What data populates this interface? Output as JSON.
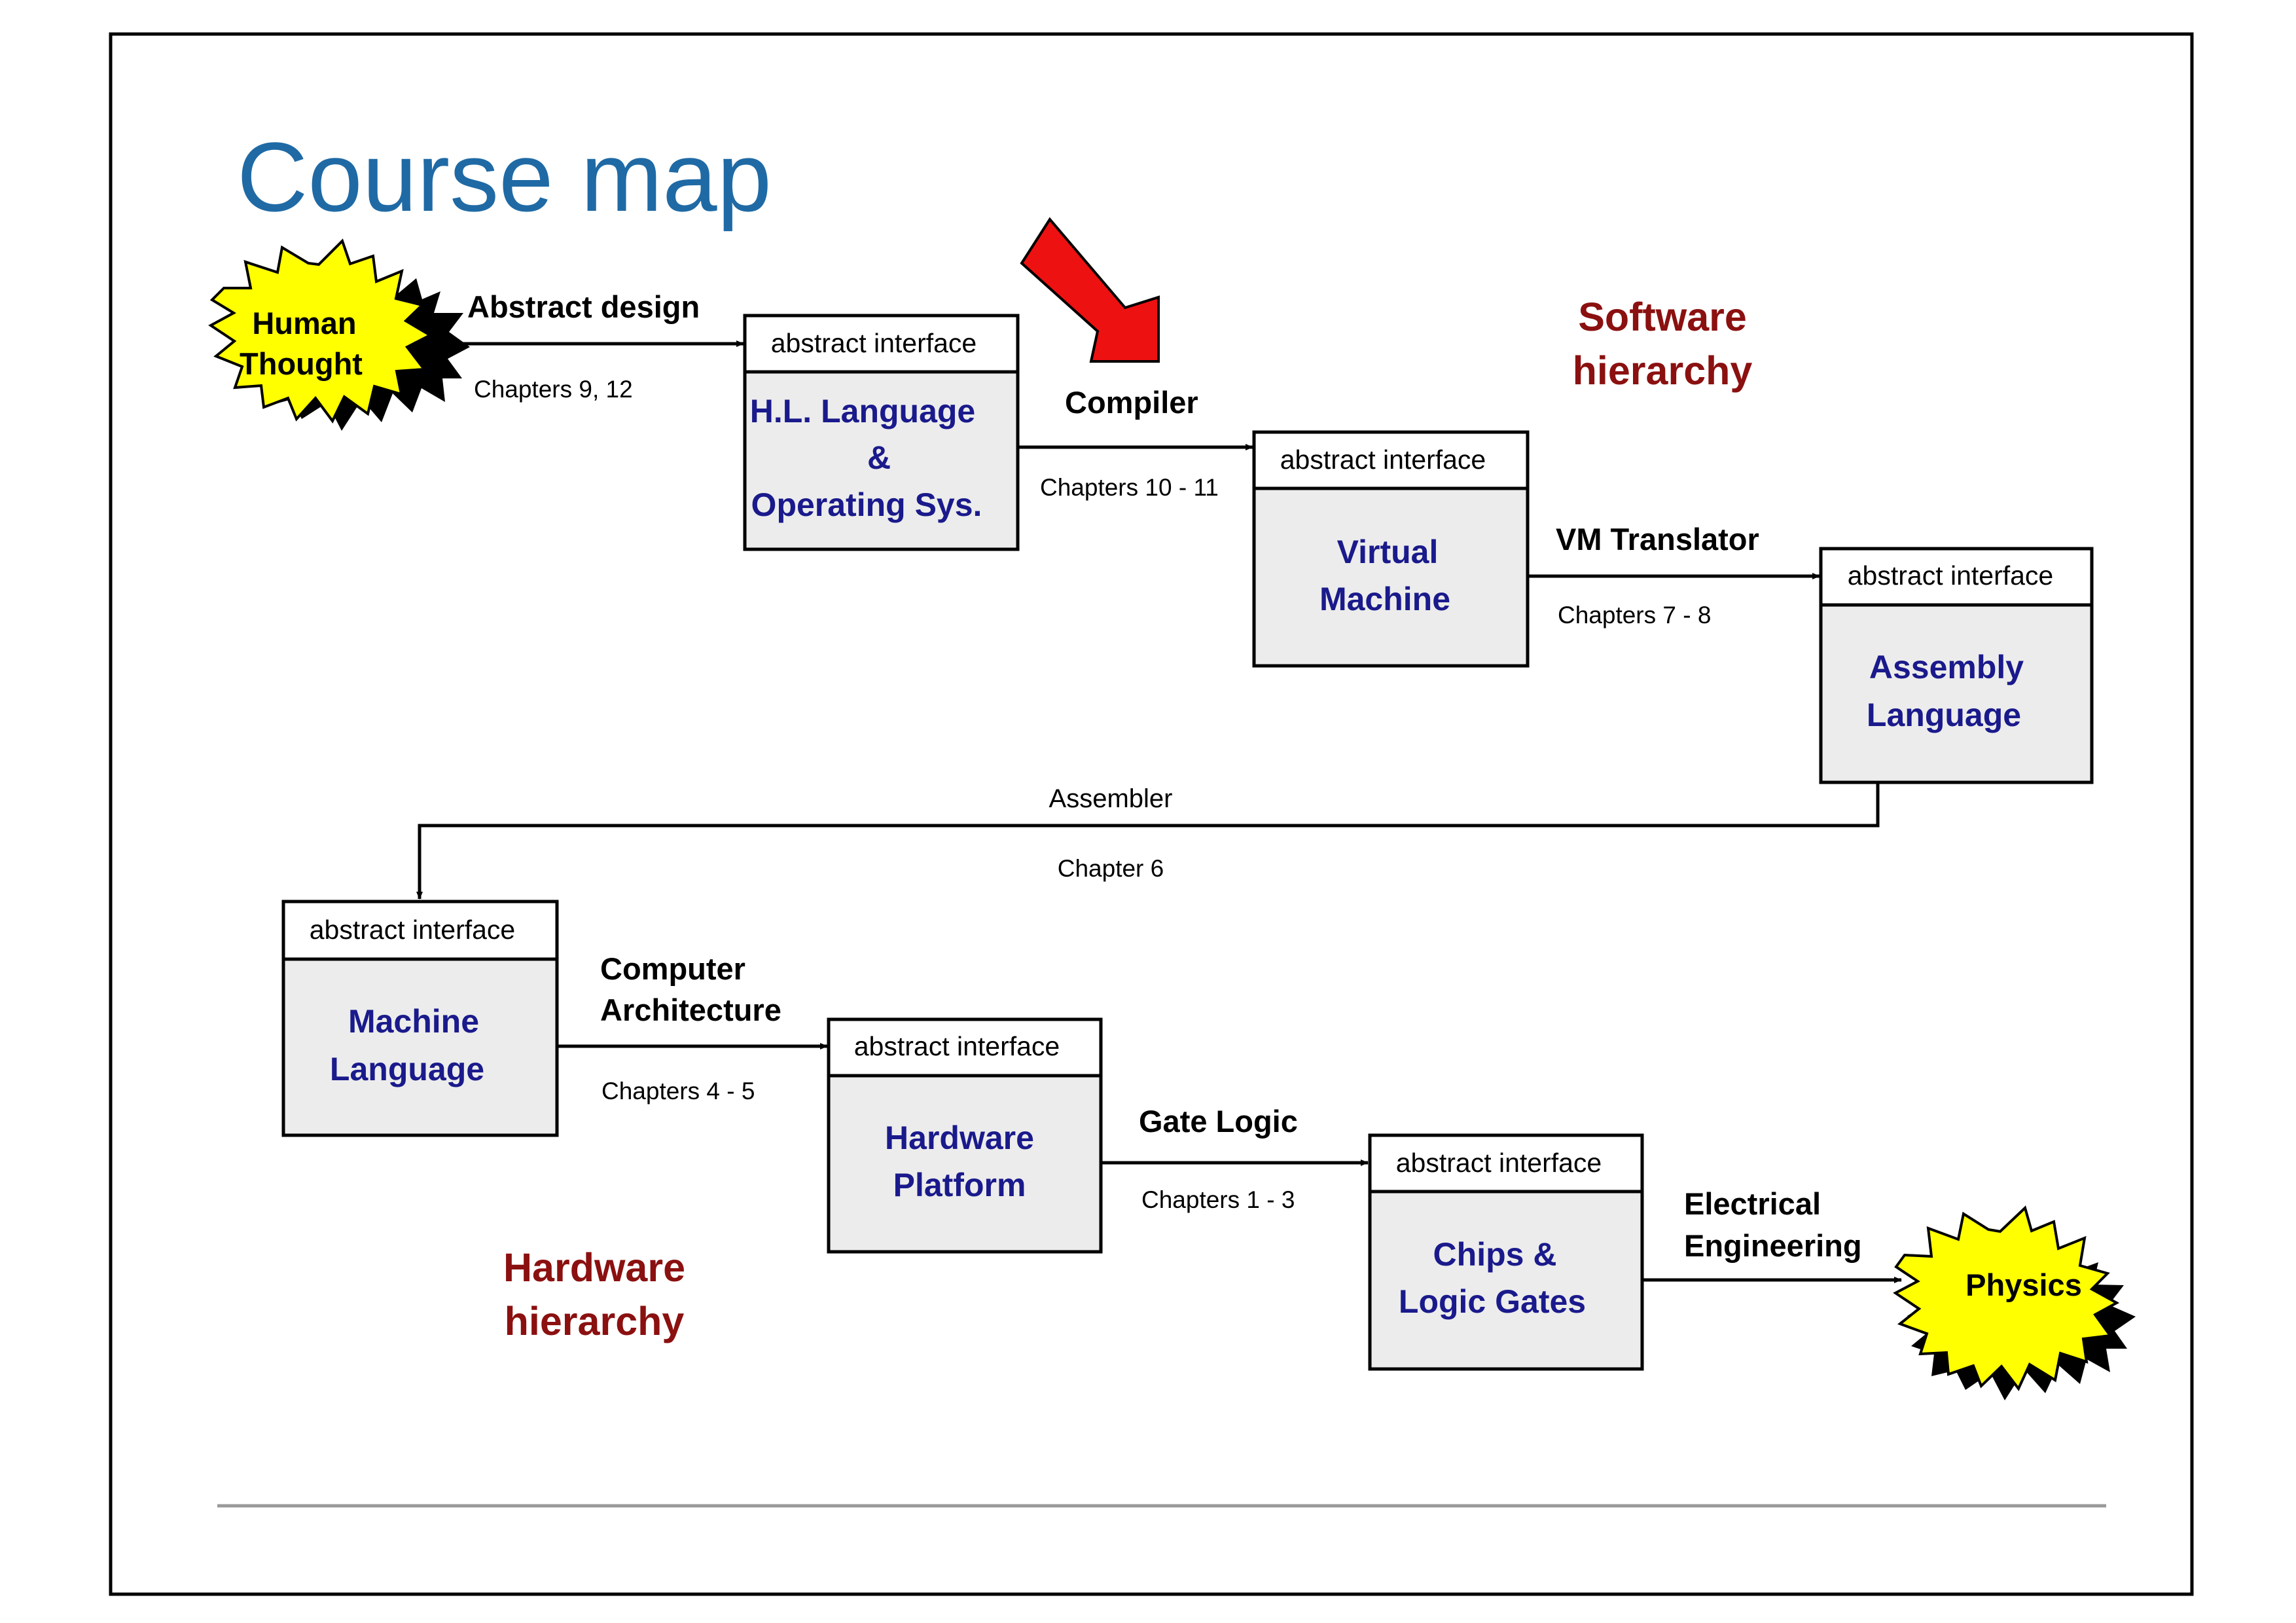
{
  "title": "Course map",
  "interface_label": "abstract interface",
  "software_hierarchy": [
    "Software",
    "hierarchy"
  ],
  "hardware_hierarchy": [
    "Hardware",
    "hierarchy"
  ],
  "start_node": [
    "Human",
    "Thought"
  ],
  "end_node": [
    "Physics"
  ],
  "boxes": [
    {
      "id": "hl-language",
      "lines": [
        "H.L. Language",
        "&",
        "Operating Sys."
      ]
    },
    {
      "id": "virtual-machine",
      "lines": [
        "Virtual",
        "Machine"
      ]
    },
    {
      "id": "assembly-language",
      "lines": [
        "Assembly",
        "Language"
      ]
    },
    {
      "id": "machine-language",
      "lines": [
        "Machine",
        "Language"
      ]
    },
    {
      "id": "hardware-platform",
      "lines": [
        "Hardware",
        "Platform"
      ]
    },
    {
      "id": "chips-logic-gates",
      "lines": [
        "Chips &",
        "Logic Gates"
      ]
    }
  ],
  "edges": [
    {
      "id": "abstract-design",
      "label": [
        "Abstract design"
      ],
      "chapters": "Chapters 9, 12"
    },
    {
      "id": "compiler",
      "label": [
        "Compiler"
      ],
      "chapters": "Chapters 10 - 11"
    },
    {
      "id": "vm-translator",
      "label": [
        "VM Translator"
      ],
      "chapters": "Chapters 7 - 8"
    },
    {
      "id": "assembler",
      "label": [
        "Assembler"
      ],
      "chapters": "Chapter 6"
    },
    {
      "id": "computer-architecture",
      "label": [
        "Computer",
        "Architecture"
      ],
      "chapters": "Chapters  4 - 5"
    },
    {
      "id": "gate-logic",
      "label": [
        "Gate Logic"
      ],
      "chapters": "Chapters  1 - 3"
    },
    {
      "id": "electrical-engineering",
      "label": [
        "Electrical",
        "Engineering"
      ],
      "chapters": ""
    }
  ],
  "highlight_edge": "compiler",
  "colors": {
    "title": "#1f6aa5",
    "box_text": "#1a1a8c",
    "box_fill": "#ececec",
    "hierarchy_text": "#8b1010",
    "burst_fill": "#ffff00",
    "highlight_arrow": "#ee1111"
  }
}
